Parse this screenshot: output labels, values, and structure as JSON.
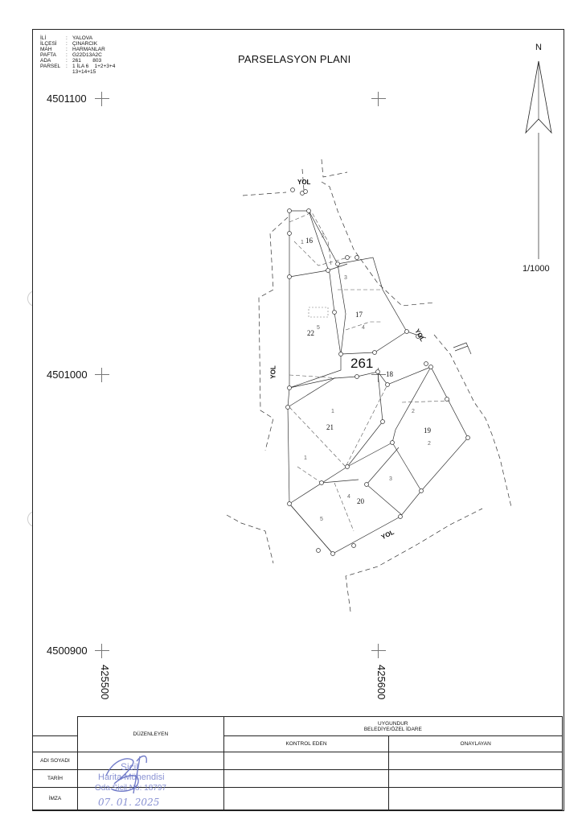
{
  "title": "PARSELASYON PLANI",
  "info": [
    {
      "key": "İLİ",
      "value": "YALOVA"
    },
    {
      "key": "İLÇESİ",
      "value": "ÇINARCIK"
    },
    {
      "key": "MAH",
      "value": "HARMANLAR"
    },
    {
      "key": "PAFTA",
      "value": "G22D13A2C"
    },
    {
      "key": "ADA",
      "value": "261        803"
    },
    {
      "key": "PARSEL",
      "value": "1 İLA 6    1+2+3+4"
    },
    {
      "key": "",
      "value": "13+14+15"
    }
  ],
  "coordinates": {
    "y_top": "4501100",
    "y_mid": "4501000",
    "y_bottom": "4500900",
    "x_left": "425500",
    "x_right": "425600"
  },
  "north": "N",
  "scale": "1/1000",
  "map": {
    "block": "261",
    "roads": [
      "YOL",
      "YOL",
      "YOL",
      "YOL"
    ],
    "parcels": [
      "16",
      "17",
      "18",
      "19",
      "20",
      "21",
      "22"
    ],
    "old_parcels": [
      "1",
      "2",
      "3",
      "4",
      "5",
      "1",
      "2",
      "3",
      "4",
      "5",
      "1",
      "2"
    ]
  },
  "signature_table": {
    "uygundur_line1": "UYGUNDUR",
    "uygundur_line2": "BELEDİYE/ÖZEL İDARE",
    "duzenleyen": "DÜZENLEYEN",
    "kontrol_eden": "KONTROL EDEN",
    "onaylayan": "ONAYLAYAN",
    "adi_soyadi": "ADI SOYADI",
    "tarih": "TARİH",
    "imza": "İMZA"
  },
  "stamp": {
    "name_partial": "Sicil",
    "profession": "Harita Mühendisi",
    "registry": "Oda Sicil No: 18797",
    "date": "07. 01. 2025"
  },
  "colors": {
    "stamp_ink": "#6b76c8",
    "line": "#222222"
  }
}
